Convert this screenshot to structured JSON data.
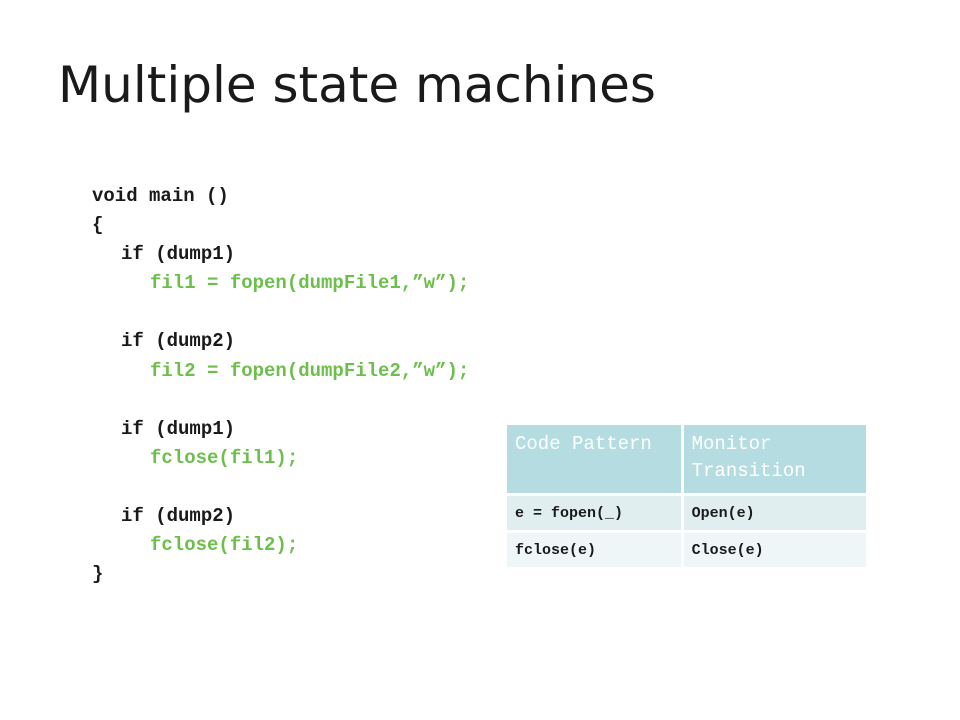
{
  "slide": {
    "title": "Multiple state machines"
  },
  "code": {
    "lines": [
      {
        "text": "void main ()",
        "style": "plain",
        "indent": 0
      },
      {
        "text": "{",
        "style": "plain",
        "indent": 0
      },
      {
        "text": "if (dump1)",
        "style": "plain",
        "indent": 1
      },
      {
        "text": "fil1 = fopen(dumpFile1,”w”);",
        "style": "green",
        "indent": 2
      },
      {
        "text": "",
        "style": "plain",
        "indent": 0
      },
      {
        "text": "if (dump2)",
        "style": "plain",
        "indent": 1
      },
      {
        "text": "fil2 = fopen(dumpFile2,”w”);",
        "style": "green",
        "indent": 2
      },
      {
        "text": "",
        "style": "plain",
        "indent": 0
      },
      {
        "text": "if (dump1)",
        "style": "plain",
        "indent": 1
      },
      {
        "text": "fclose(fil1);",
        "style": "green",
        "indent": 2
      },
      {
        "text": "",
        "style": "plain",
        "indent": 0
      },
      {
        "text": "if (dump2)",
        "style": "plain",
        "indent": 1
      },
      {
        "text": "fclose(fil2);",
        "style": "green",
        "indent": 2
      },
      {
        "text": "}",
        "style": "plain",
        "indent": 0
      }
    ]
  },
  "table": {
    "headers": {
      "col1": "Code Pattern",
      "col2": "Monitor Transition"
    },
    "rows": [
      {
        "pattern": "e = fopen(_)",
        "transition": "Open(e)"
      },
      {
        "pattern": "fclose(e)",
        "transition": "Close(e)"
      }
    ]
  },
  "colors": {
    "code_green": "#6cbf4a",
    "table_header": "#b5dde1",
    "table_row_1": "#e0eef0",
    "table_row_2": "#eef6f7"
  }
}
